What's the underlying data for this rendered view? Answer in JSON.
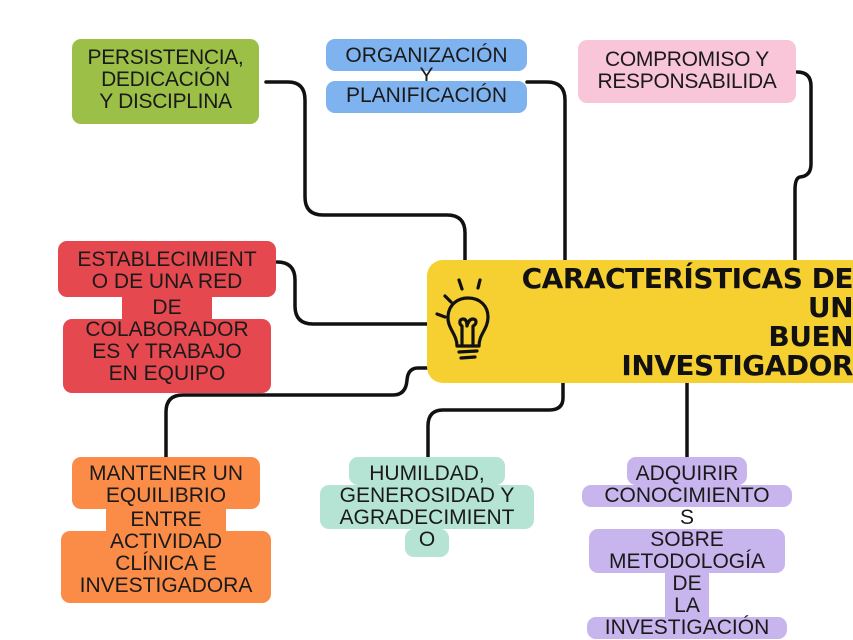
{
  "central": {
    "title_lines": [
      "CARACTERÍSTICAS DE",
      "UN",
      "BUEN",
      "INVESTIGADOR"
    ],
    "icon": "lightbulb-icon",
    "color": "#f6cf31"
  },
  "nodes": {
    "persistencia": {
      "lines": [
        "PERSISTENCIA,",
        "DEDICACIÓN",
        "Y DISCIPLINA"
      ],
      "color": "#9cbf48"
    },
    "organizacion": {
      "lines": [
        "ORGANIZACIÓN",
        "Y",
        "PLANIFICACIÓN"
      ],
      "color": "#7fb3f0"
    },
    "compromiso": {
      "lines": [
        "COMPROMISO Y",
        "RESPONSABILIDA"
      ],
      "color": "#f9c5d9"
    },
    "red": {
      "lines": [
        "ESTABLECIMIENT",
        "O DE UNA RED",
        "DE",
        "COLABORADOR",
        "ES Y TRABAJO",
        "EN EQUIPO"
      ],
      "color": "#e5484f"
    },
    "equilibrio": {
      "lines": [
        "MANTENER UN",
        "EQUILIBRIO",
        "ENTRE",
        "ACTIVIDAD",
        "CLÍNICA E",
        "INVESTIGADORA"
      ],
      "color": "#fb8c48"
    },
    "humildad": {
      "lines": [
        "HUMILDAD,",
        "GENEROSIDAD Y",
        "AGRADECIMIENT",
        "O"
      ],
      "color": "#b5e3d4"
    },
    "conocimientos": {
      "lines": [
        "ADQUIRIR",
        "CONOCIMIENTO",
        "S",
        "SOBRE",
        "METODOLOGÍA",
        "DE",
        "LA",
        "INVESTIGACIÓN"
      ],
      "color": "#c8b5ee"
    }
  },
  "connector_color": "#111111"
}
